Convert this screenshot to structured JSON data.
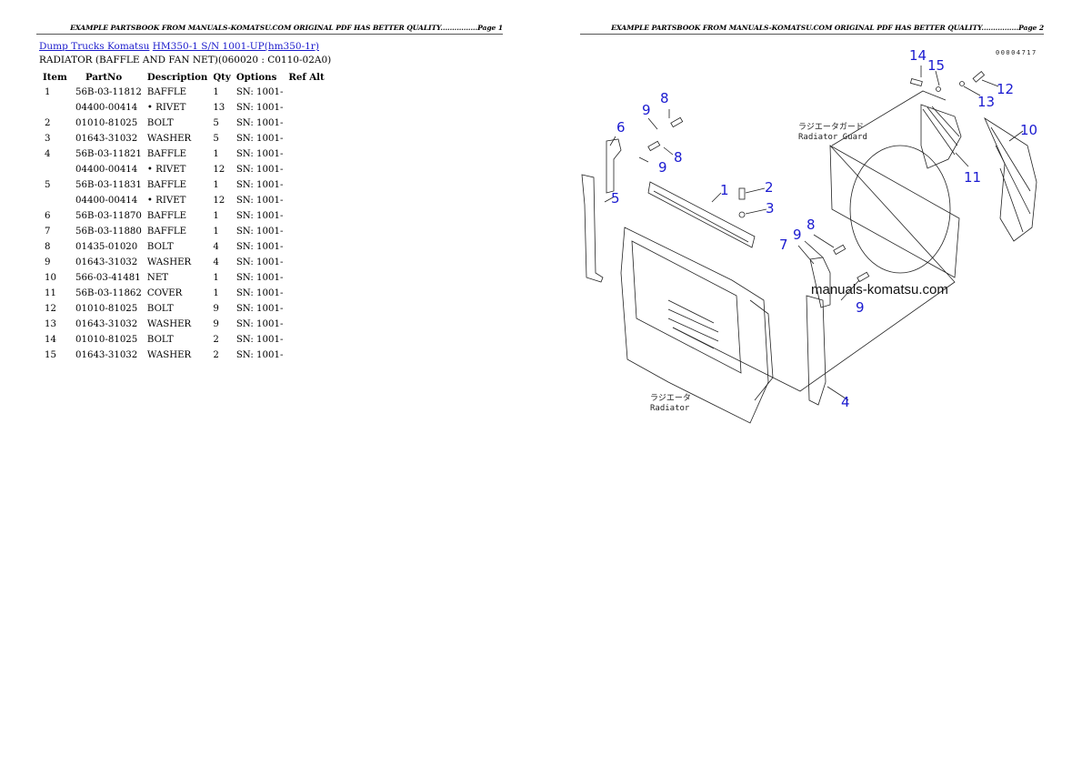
{
  "pages": [
    {
      "header": "EXAMPLE PARTSBOOK FROM MANUALS-KOMATSU.COM ORIGINAL PDF HAS BETTER QUALITY................Page 1"
    },
    {
      "header": "EXAMPLE PARTSBOOK FROM MANUALS-KOMATSU.COM ORIGINAL PDF HAS BETTER QUALITY................Page 2"
    }
  ],
  "breadcrumb": {
    "category_link": "Dump Trucks Komatsu",
    "model_link": "HM350-1 S/N 1001-UP(hm350-1r)"
  },
  "section_title": "RADIATOR (BAFFLE AND FAN NET)(060020 : C0110-02A0)",
  "table": {
    "columns": [
      "Item",
      "PartNo",
      "Description",
      "Qty",
      "Options",
      "Ref Alt"
    ],
    "rows": [
      {
        "item": "1",
        "part": "56B-03-11812",
        "desc": "BAFFLE",
        "qty": "1",
        "opt": "SN: 1001-",
        "ref": ""
      },
      {
        "item": "",
        "part": "04400-00414",
        "desc": "• RIVET",
        "qty": "13",
        "opt": "SN: 1001-",
        "ref": ""
      },
      {
        "item": "2",
        "part": "01010-81025",
        "desc": "BOLT",
        "qty": "5",
        "opt": "SN: 1001-",
        "ref": ""
      },
      {
        "item": "3",
        "part": "01643-31032",
        "desc": "WASHER",
        "qty": "5",
        "opt": "SN: 1001-",
        "ref": ""
      },
      {
        "item": "4",
        "part": "56B-03-11821",
        "desc": "BAFFLE",
        "qty": "1",
        "opt": "SN: 1001-",
        "ref": ""
      },
      {
        "item": "",
        "part": "04400-00414",
        "desc": "• RIVET",
        "qty": "12",
        "opt": "SN: 1001-",
        "ref": ""
      },
      {
        "item": "5",
        "part": "56B-03-11831",
        "desc": "BAFFLE",
        "qty": "1",
        "opt": "SN: 1001-",
        "ref": ""
      },
      {
        "item": "",
        "part": "04400-00414",
        "desc": "• RIVET",
        "qty": "12",
        "opt": "SN: 1001-",
        "ref": ""
      },
      {
        "item": "6",
        "part": "56B-03-11870",
        "desc": "BAFFLE",
        "qty": "1",
        "opt": "SN: 1001-",
        "ref": ""
      },
      {
        "item": "7",
        "part": "56B-03-11880",
        "desc": "BAFFLE",
        "qty": "1",
        "opt": "SN: 1001-",
        "ref": ""
      },
      {
        "item": "8",
        "part": "01435-01020",
        "desc": "BOLT",
        "qty": "4",
        "opt": "SN: 1001-",
        "ref": ""
      },
      {
        "item": "9",
        "part": "01643-31032",
        "desc": "WASHER",
        "qty": "4",
        "opt": "SN: 1001-",
        "ref": ""
      },
      {
        "item": "10",
        "part": "566-03-41481",
        "desc": "NET",
        "qty": "1",
        "opt": "SN: 1001-",
        "ref": ""
      },
      {
        "item": "11",
        "part": "56B-03-11862",
        "desc": "COVER",
        "qty": "1",
        "opt": "SN: 1001-",
        "ref": ""
      },
      {
        "item": "12",
        "part": "01010-81025",
        "desc": "BOLT",
        "qty": "9",
        "opt": "SN: 1001-",
        "ref": ""
      },
      {
        "item": "13",
        "part": "01643-31032",
        "desc": "WASHER",
        "qty": "9",
        "opt": "SN: 1001-",
        "ref": ""
      },
      {
        "item": "14",
        "part": "01010-81025",
        "desc": "BOLT",
        "qty": "2",
        "opt": "SN: 1001-",
        "ref": ""
      },
      {
        "item": "15",
        "part": "01643-31032",
        "desc": "WASHER",
        "qty": "2",
        "opt": "SN: 1001-",
        "ref": ""
      }
    ]
  },
  "diagram": {
    "doc_id": "00004717",
    "watermark": "manuals-komatsu.com",
    "labels": {
      "radiator_guard_jp": "ラジエータガード",
      "radiator_guard_en": "Radiator Guard",
      "radiator_jp": "ラジエータ",
      "radiator_en": "Radiator"
    },
    "callouts": [
      "1",
      "2",
      "3",
      "4",
      "5",
      "6",
      "7",
      "8",
      "8",
      "8",
      "9",
      "9",
      "9",
      "9",
      "10",
      "11",
      "12",
      "13",
      "14",
      "15"
    ],
    "callout_color": "#1a1ad0"
  }
}
